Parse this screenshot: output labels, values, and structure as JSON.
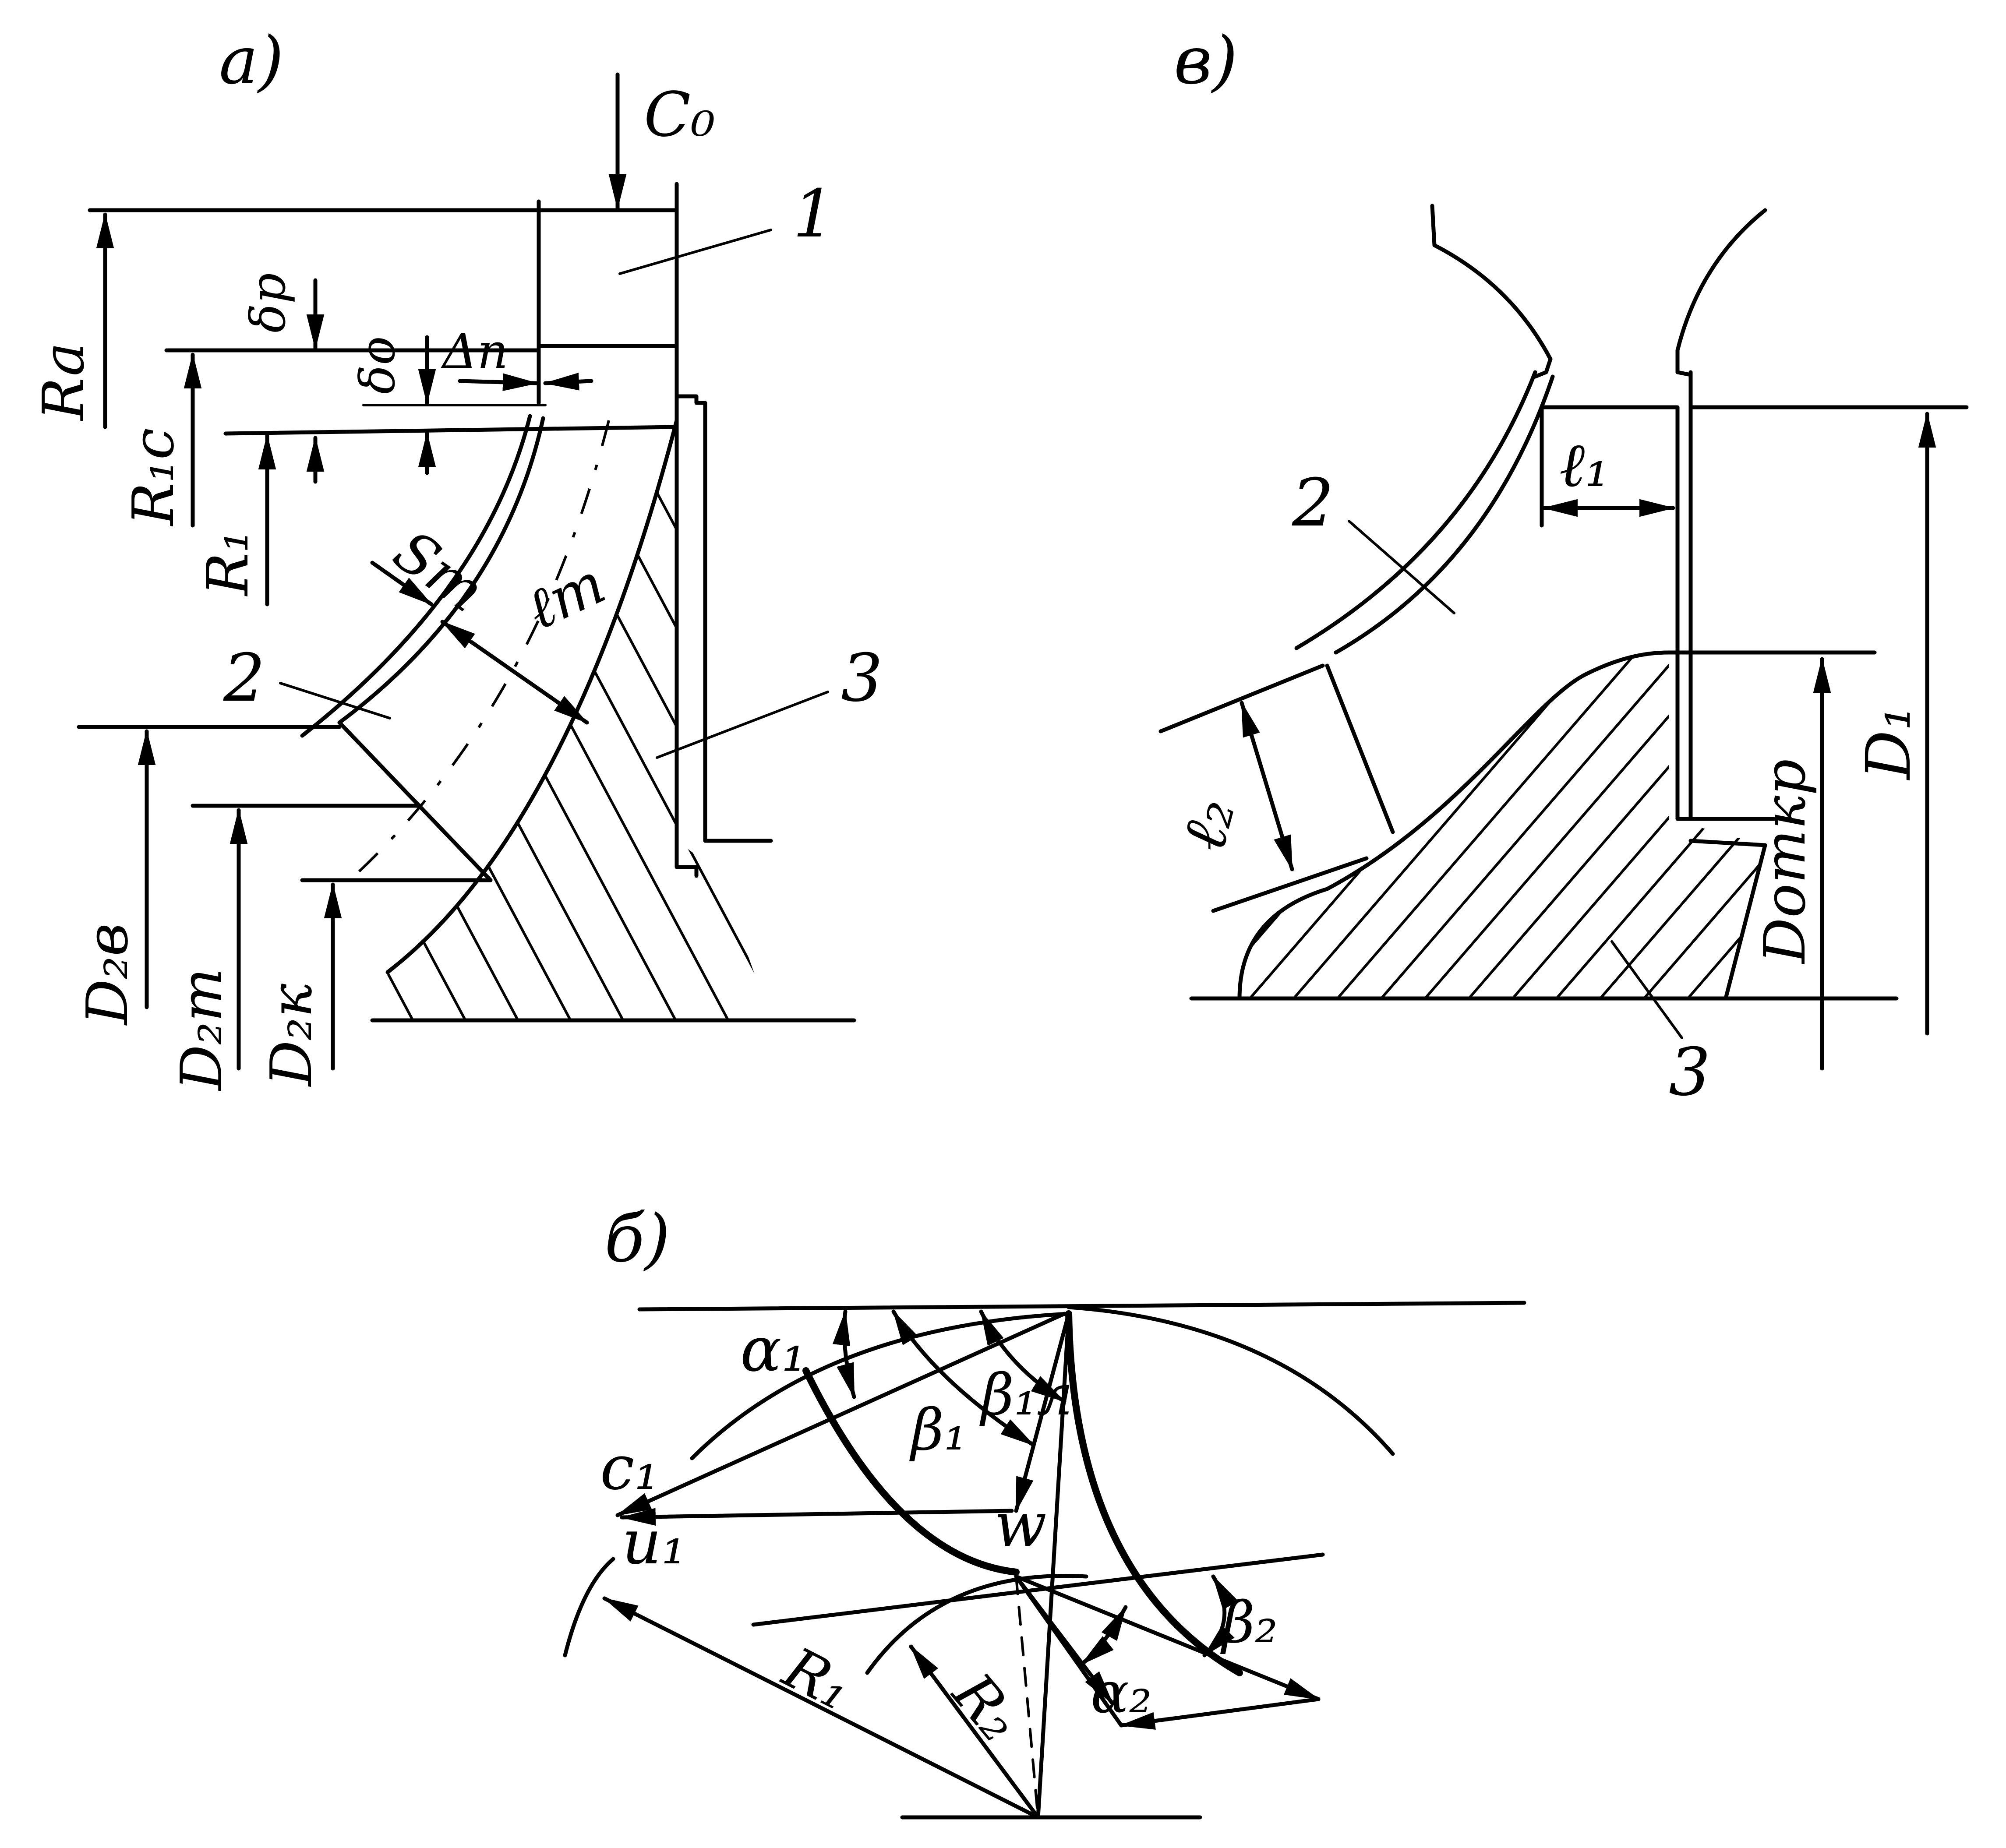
{
  "panels": {
    "a": {
      "label": "a)",
      "flow_label": "C₀",
      "dims": {
        "ra": "Ra",
        "r1c": "R₁c",
        "r1": "R₁",
        "delta_p": "δр",
        "delta_o": "δо",
        "delta_n": "Δn",
        "s_m": "Sm",
        "l_m": "ℓm",
        "d2v": "D₂в",
        "d2m": "D₂m",
        "d2k": "D₂к"
      },
      "parts": {
        "p1": "1",
        "p2": "2",
        "p3": "3"
      }
    },
    "v": {
      "label": "в)",
      "dims": {
        "l1": "ℓ₁",
        "l2": "ℓ₂",
        "d1": "D₁",
        "d_otkr": "Dоткр"
      },
      "parts": {
        "p2": "2",
        "p3": "3"
      }
    },
    "b": {
      "label": "б)",
      "labels": {
        "alpha1": "α₁",
        "beta1l": "β₁л",
        "beta1": "β₁",
        "c1": "c₁",
        "u1": "u₁",
        "w": "w",
        "r1": "R₁",
        "r2": "R₂",
        "alpha2": "α₂",
        "beta2": "β₂"
      }
    }
  }
}
